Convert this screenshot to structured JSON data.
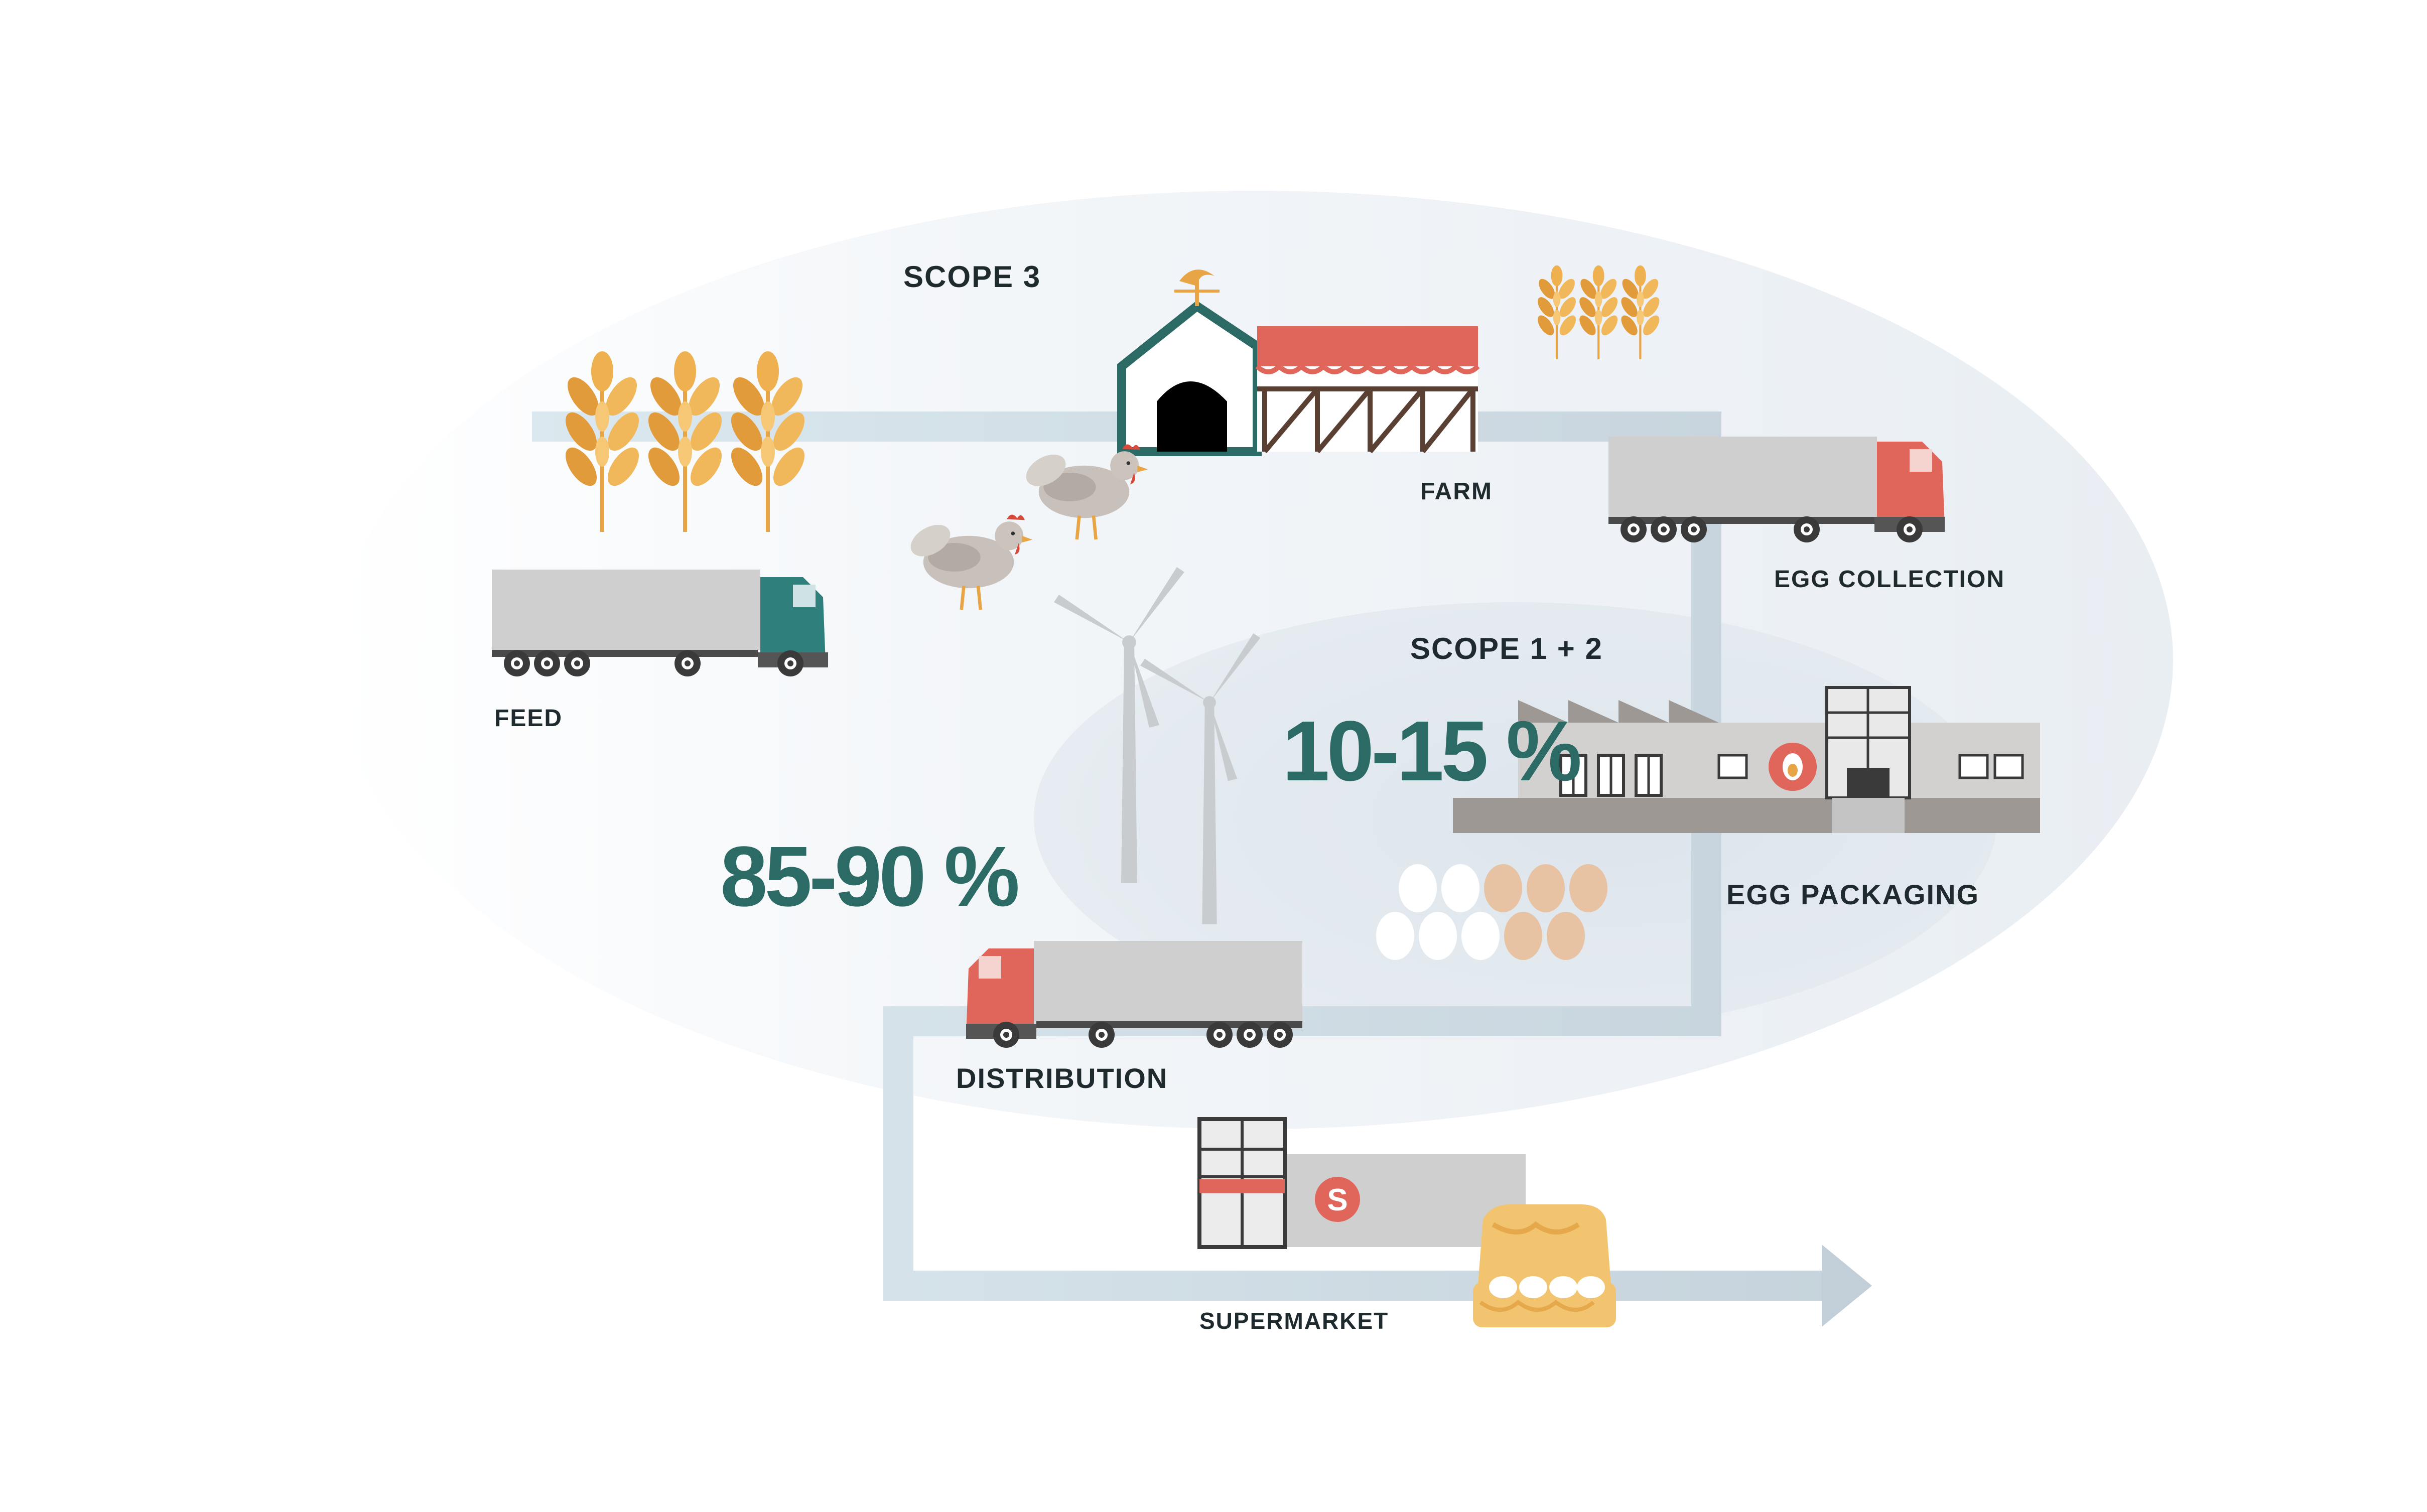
{
  "labels": {
    "scope3": "SCOPE 3",
    "scope12": "SCOPE 1 + 2",
    "farm": "FARM",
    "egg_collection": "EGG COLLECTION",
    "feed": "FEED",
    "egg_packaging": "EGG PACKAGING",
    "distribution": "DISTRIBUTION",
    "supermarket": "SUPERMARKET"
  },
  "shares": {
    "scope3_share": "85-90 %",
    "scope12_share": "10-15 %"
  },
  "store_sign": "S",
  "colors": {
    "accent_teal": "#2c6a66",
    "truck_red": "#e0655a",
    "truck_teal": "#2f7f7c",
    "flow_path": "#d3e2ea",
    "grain": "#e8a545"
  }
}
